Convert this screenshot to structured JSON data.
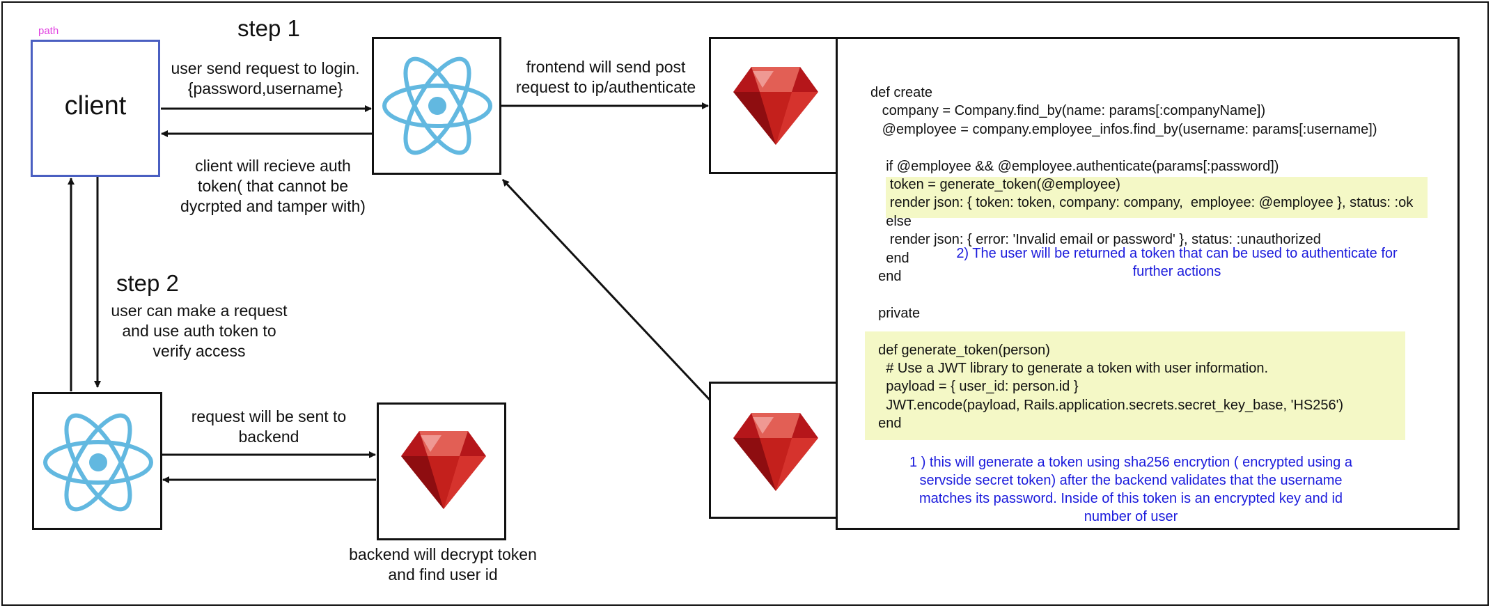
{
  "colors": {
    "react": "#62b8e0",
    "ruby": "#c4201c",
    "note": "#1a1adc",
    "highlight": "#f4f8c6",
    "client_border": "#4a5fc1",
    "path_tag": "#e040e0"
  },
  "path_tag": "path",
  "client": {
    "label": "client"
  },
  "step1": {
    "title": "step 1",
    "request_label": [
      "user send request to login.",
      "{password,username}"
    ],
    "receive_label": [
      "client will recieve auth",
      "token( that cannot be",
      "dycrpted and tamper with)"
    ],
    "frontend_post_label": [
      "frontend will send post",
      "request to ip/authenticate"
    ]
  },
  "step2": {
    "title": "step 2",
    "label": [
      "user can make a request",
      "and use auth token to",
      "verify access"
    ],
    "sent_label": [
      "request will be sent to",
      "backend"
    ],
    "decrypt_label": [
      "backend will decrypt token",
      "and find user id"
    ]
  },
  "code": {
    "lines": [
      "def create",
      "   company = Company.find_by(name: params[:companyName])",
      "   @employee = company.employee_infos.find_by(username: params[:username])",
      "",
      "    if @employee && @employee.authenticate(params[:password])",
      "     token = generate_token(@employee)",
      "     render json: { token: token, company: company,  employee: @employee }, status: :ok",
      "    else",
      "     render json: { error: 'Invalid email or password' }, status: :unauthorized",
      "    end",
      "  end",
      "",
      "  private",
      "",
      "  def generate_token(person)",
      "    # Use a JWT library to generate a token with user information.",
      "    payload = { user_id: person.id }",
      "    JWT.encode(payload, Rails.application.secrets.secret_key_base, 'HS256')",
      "  end"
    ]
  },
  "notes": {
    "token_returned": [
      "2) The user will be returned a token that can be used to authenticate for",
      "further actions"
    ],
    "token_generation": [
      "1 ) this will generate a token using sha256 encrytion ( encrypted using a",
      "servside secret token) after the backend validates that the username",
      "matches its password. Inside of this token is an encrypted key and id",
      "number of user"
    ]
  },
  "icons": {
    "frontend_top": "react-logo-icon",
    "frontend_bottom": "react-logo-icon",
    "backend_top": "ruby-gem-icon",
    "backend_mid": "ruby-gem-icon",
    "backend_bottom": "ruby-gem-icon"
  }
}
